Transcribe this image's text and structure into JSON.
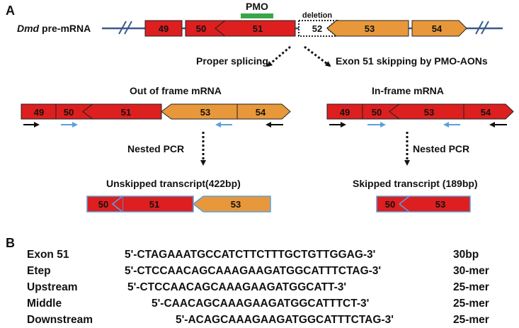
{
  "panel_a": {
    "label": "A",
    "gene_italic": "Dmd",
    "gene_rest": " pre-mRNA",
    "pmo": "PMO",
    "deletion": "deletion",
    "exons_pre": [
      "49",
      "50",
      "51",
      "52",
      "53",
      "54"
    ],
    "proper_splicing": "Proper splicing",
    "skipping": "Exon 51 skipping by PMO-AONs",
    "out_of_frame": "Out of frame mRNA",
    "in_frame": "In-frame mRNA",
    "out_exons": [
      "49",
      "50",
      "51",
      "53",
      "54"
    ],
    "in_exons": [
      "49",
      "50",
      "53",
      "54"
    ],
    "nested_pcr_left": "Nested PCR",
    "nested_pcr_right": "Nested PCR",
    "unskipped": "Unskipped transcript(422bp)",
    "skipped": "Skipped transcript (189bp)",
    "unskipped_exons": [
      "50",
      "51",
      "53"
    ],
    "skipped_exons": [
      "50",
      "53"
    ]
  },
  "panel_b": {
    "label": "B",
    "rows": [
      {
        "name": "Exon 51",
        "seq": "5'-CTAGAAATGCCATCTTCTTTGCTGTTGGAG-3'",
        "len": "30bp"
      },
      {
        "name": "Etep",
        "seq": "5'-CTCCAACAGCAAAGAAGATGGCATTTCTAG-3'",
        "len": "30-mer"
      },
      {
        "name": "Upstream",
        "seq": "5'-CTCCAACAGCAAAGAAGATGGCATT-3'",
        "len": "25-mer"
      },
      {
        "name": "Middle",
        "seq": "5'-CAACAGCAAAGAAGATGGCATTTCT-3'",
        "len": "25-mer"
      },
      {
        "name": "Downstream",
        "seq": "5'-ACAGCAAAGAAGATGGCATTTCTAG-3'",
        "len": "25-mer"
      }
    ]
  },
  "colors": {
    "red_exon": "#dd1f1f",
    "orange_exon": "#e8983a",
    "pmo_green": "#3aa648",
    "intron": "#3a5a8c",
    "primer_blue": "#5aa0e0",
    "primer_black": "#000000"
  }
}
